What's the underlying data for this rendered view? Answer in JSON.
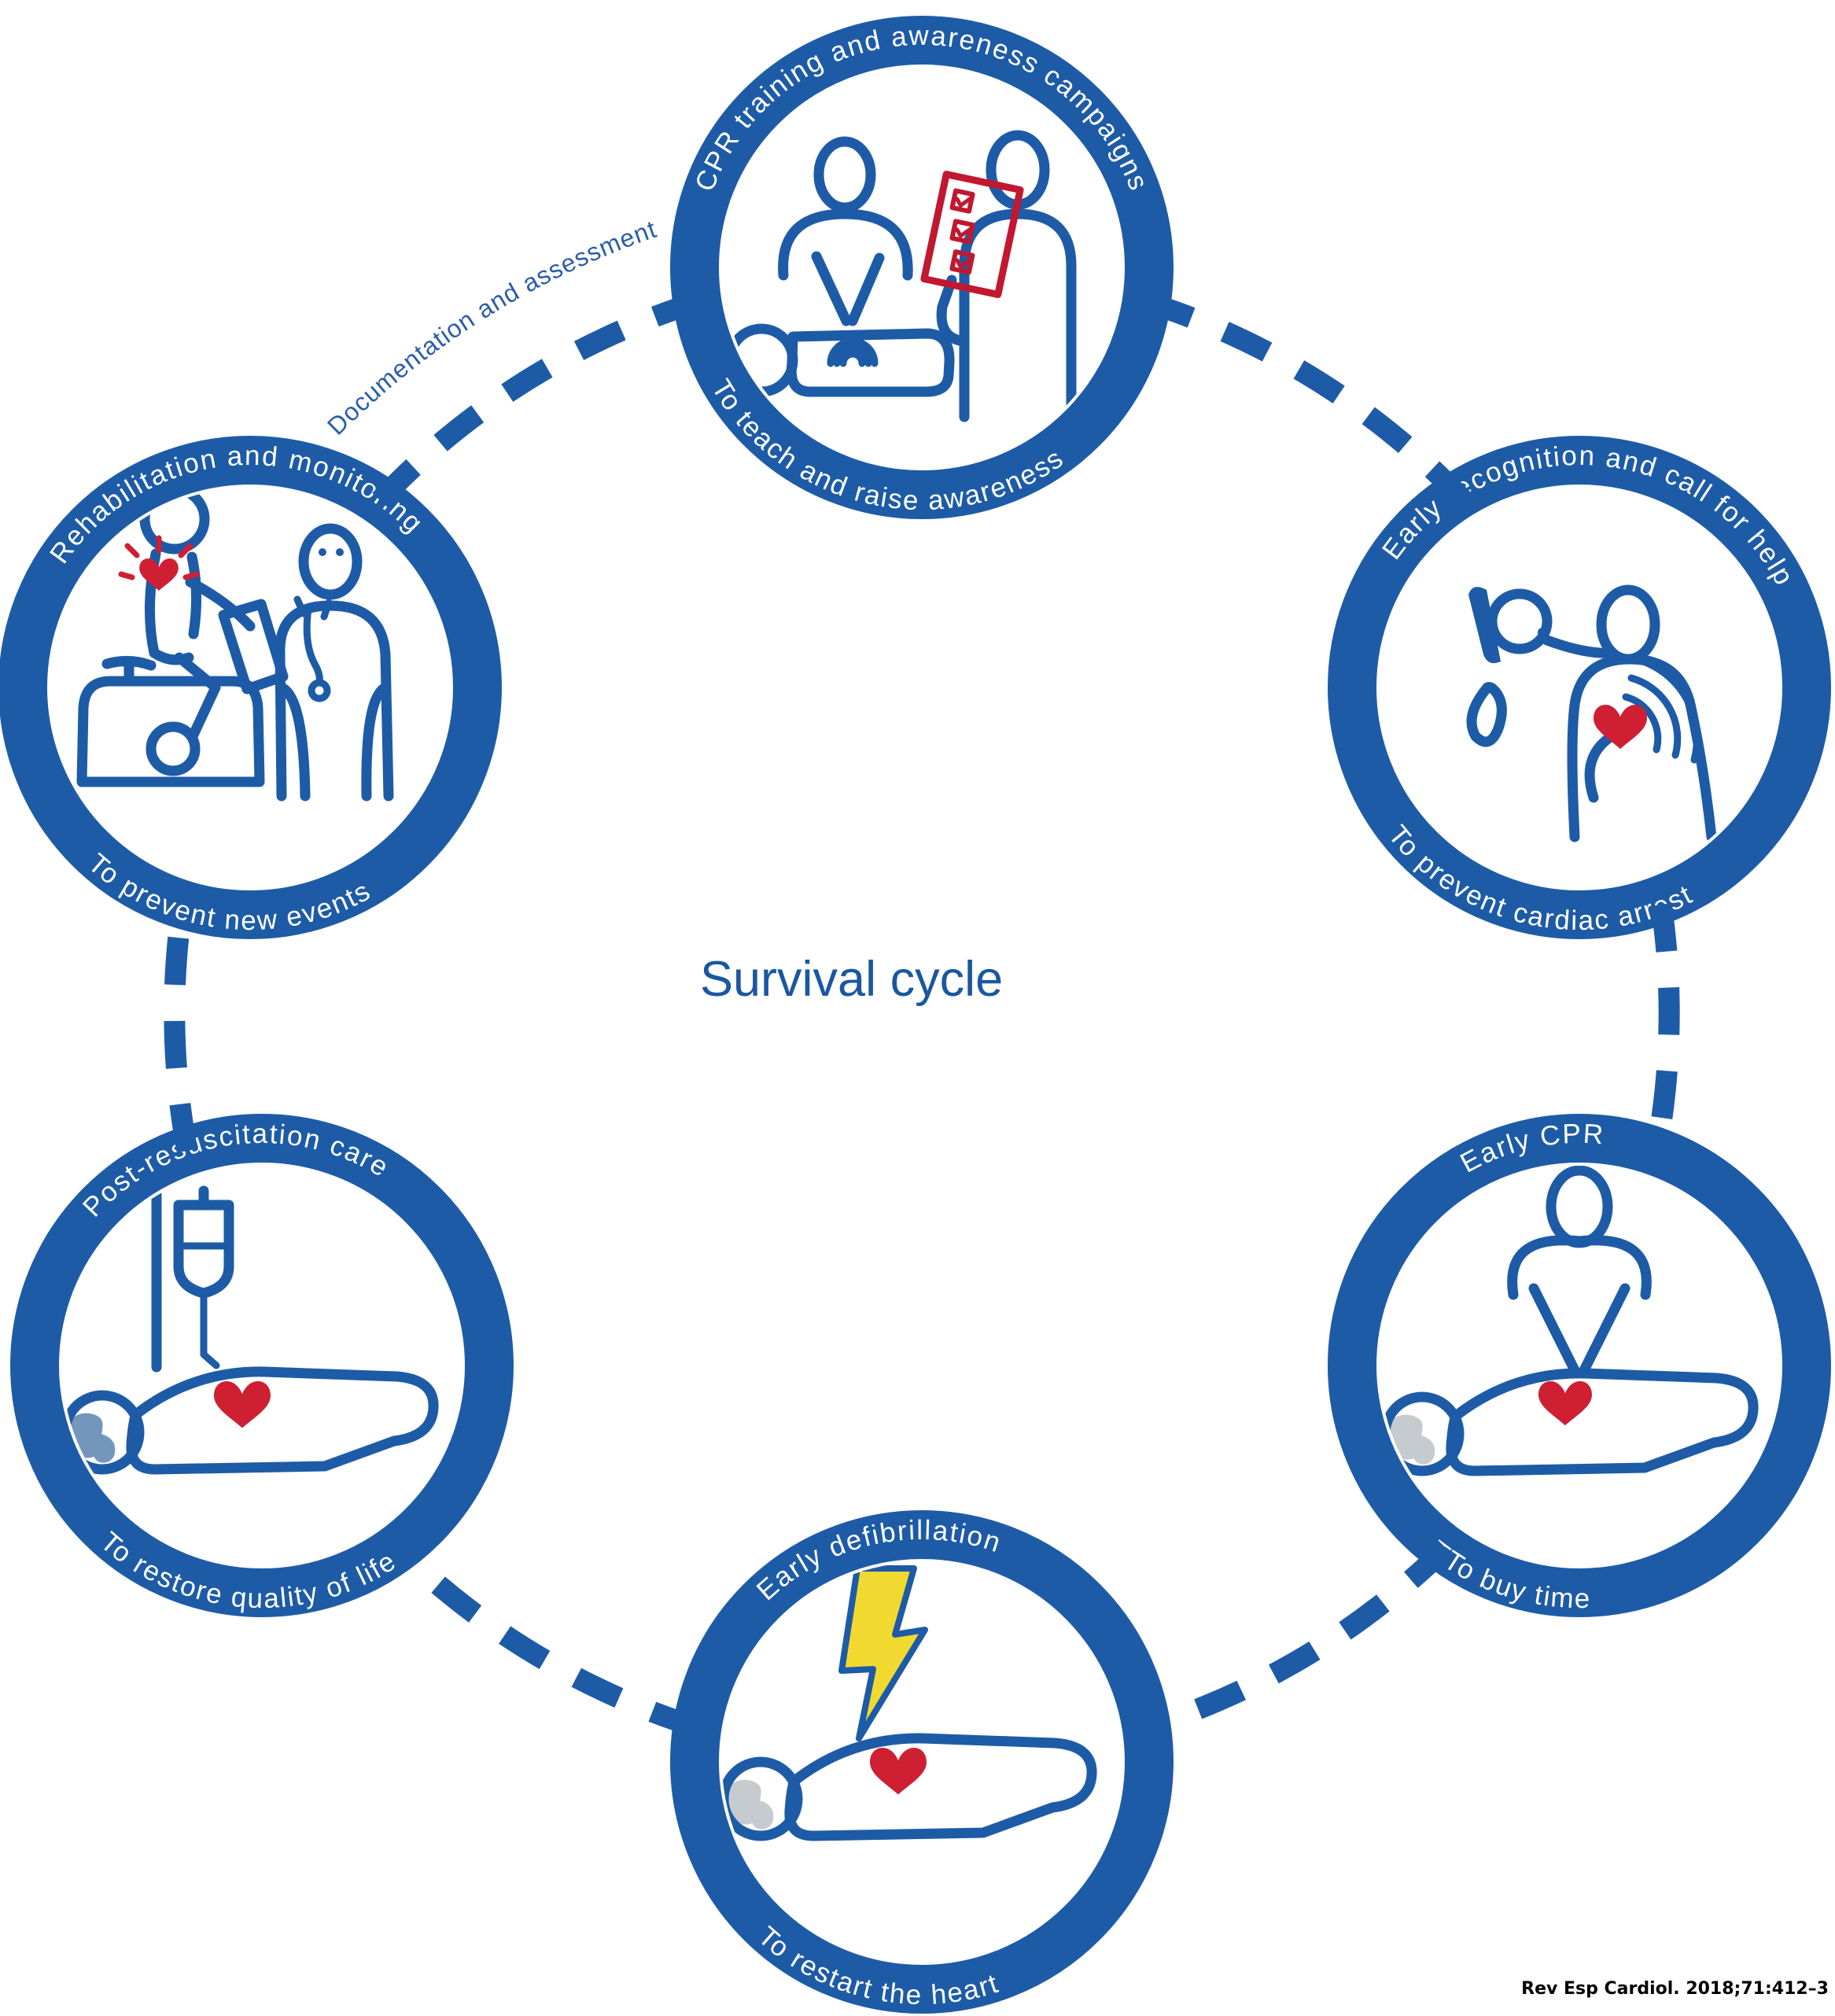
{
  "diagram_title": "Survival cycle",
  "connector_label": "Documentation and assessment",
  "citation": "Rev Esp Cardiol. 2018;71:412–3",
  "colors": {
    "ring_blue": "#1d5ba7",
    "heart_red": "#ce1f33",
    "bolt_yellow": "#f2d930",
    "checklist_red": "#c1182f",
    "manikin_head_grey": "#c6cbd0",
    "patient_head_steel_blue": "#7496bd",
    "title_blue": "#1a57a0",
    "ring_text_white": "#ffffff"
  },
  "nodes": [
    {
      "id": "cpr-training",
      "title": "CPR training and awareness campaigns",
      "subtitle": "To teach and raise awareness",
      "icon": "cpr-training-icon"
    },
    {
      "id": "early-recognition",
      "title": "Early recognition and call for help",
      "subtitle": "To prevent cardiac arrest",
      "icon": "call-for-help-icon"
    },
    {
      "id": "early-cpr",
      "title": "Early CPR",
      "subtitle": "TTo buy time",
      "icon": "chest-compressions-icon"
    },
    {
      "id": "early-defibrillation",
      "title": "Early defibrillation",
      "subtitle": "To restart the heart",
      "icon": "defibrillation-icon"
    },
    {
      "id": "post-resuscitation",
      "title": "Post-resuscitation care",
      "subtitle": "To restore quality of life",
      "icon": "iv-drip-patient-icon"
    },
    {
      "id": "rehabilitation",
      "title": "Rehabilitation and monitoring",
      "subtitle": "To prevent new events",
      "icon": "exercise-bike-icon"
    }
  ]
}
